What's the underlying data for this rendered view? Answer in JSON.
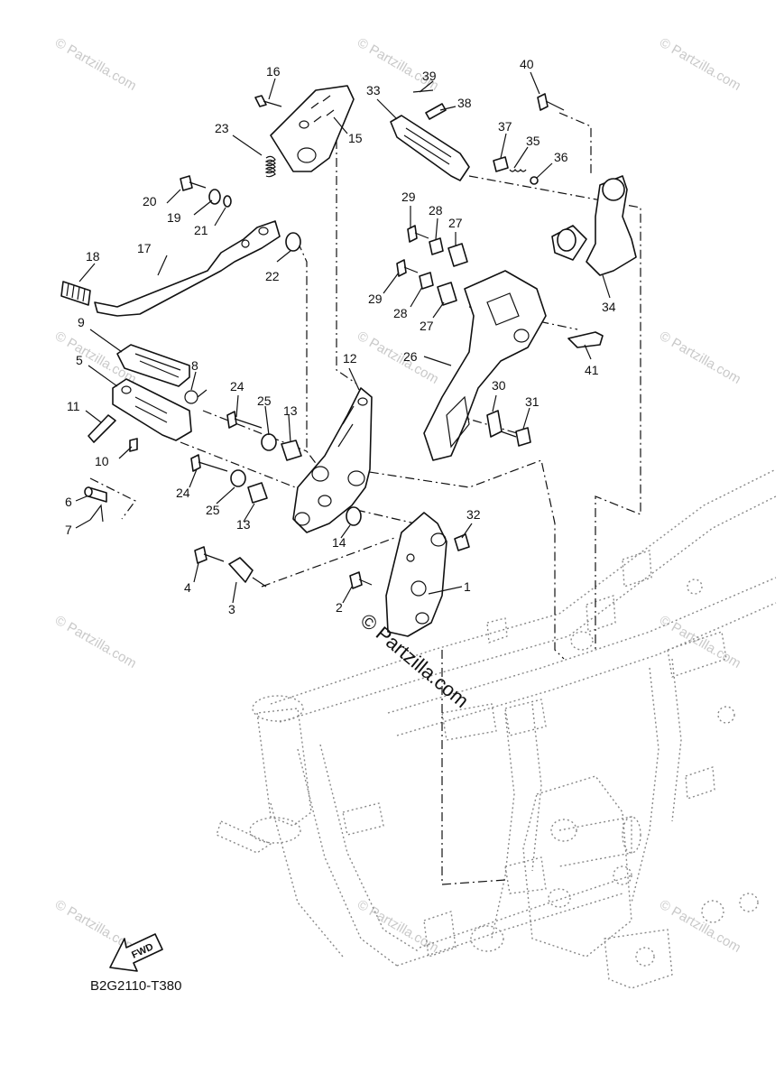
{
  "diagram_code": "B2G2110-T380",
  "watermark_text": "© Partzilla.com",
  "brand_text": "© Partzilla.com",
  "fwd_label": "FWD",
  "callouts": [
    "1",
    "2",
    "3",
    "4",
    "5",
    "6",
    "7",
    "8",
    "9",
    "10",
    "11",
    "12",
    "13",
    "13",
    "14",
    "15",
    "16",
    "17",
    "18",
    "19",
    "20",
    "21",
    "22",
    "23",
    "24",
    "24",
    "25",
    "25",
    "26",
    "27",
    "27",
    "28",
    "28",
    "29",
    "29",
    "30",
    "31",
    "32",
    "33",
    "34",
    "35",
    "36",
    "37",
    "38",
    "39",
    "40",
    "41"
  ]
}
